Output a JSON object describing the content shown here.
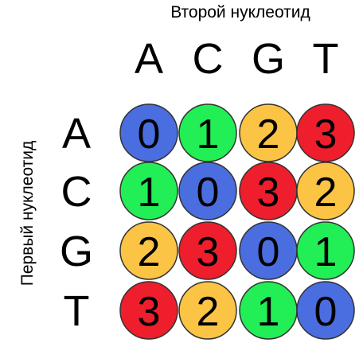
{
  "top_axis_title": "Второй нуклеотид",
  "left_axis_title": "Первый нуклеотид",
  "column_labels": [
    "A",
    "C",
    "G",
    "T"
  ],
  "row_labels": [
    "A",
    "C",
    "G",
    "T"
  ],
  "matrix": [
    [
      0,
      1,
      2,
      3
    ],
    [
      1,
      0,
      3,
      2
    ],
    [
      2,
      3,
      0,
      1
    ],
    [
      3,
      2,
      1,
      0
    ]
  ],
  "value_colors": {
    "0": "#4a6ee0",
    "1": "#22ee55",
    "2": "#fcc444",
    "3": "#ee1e2c"
  },
  "outline_color": "#333333"
}
